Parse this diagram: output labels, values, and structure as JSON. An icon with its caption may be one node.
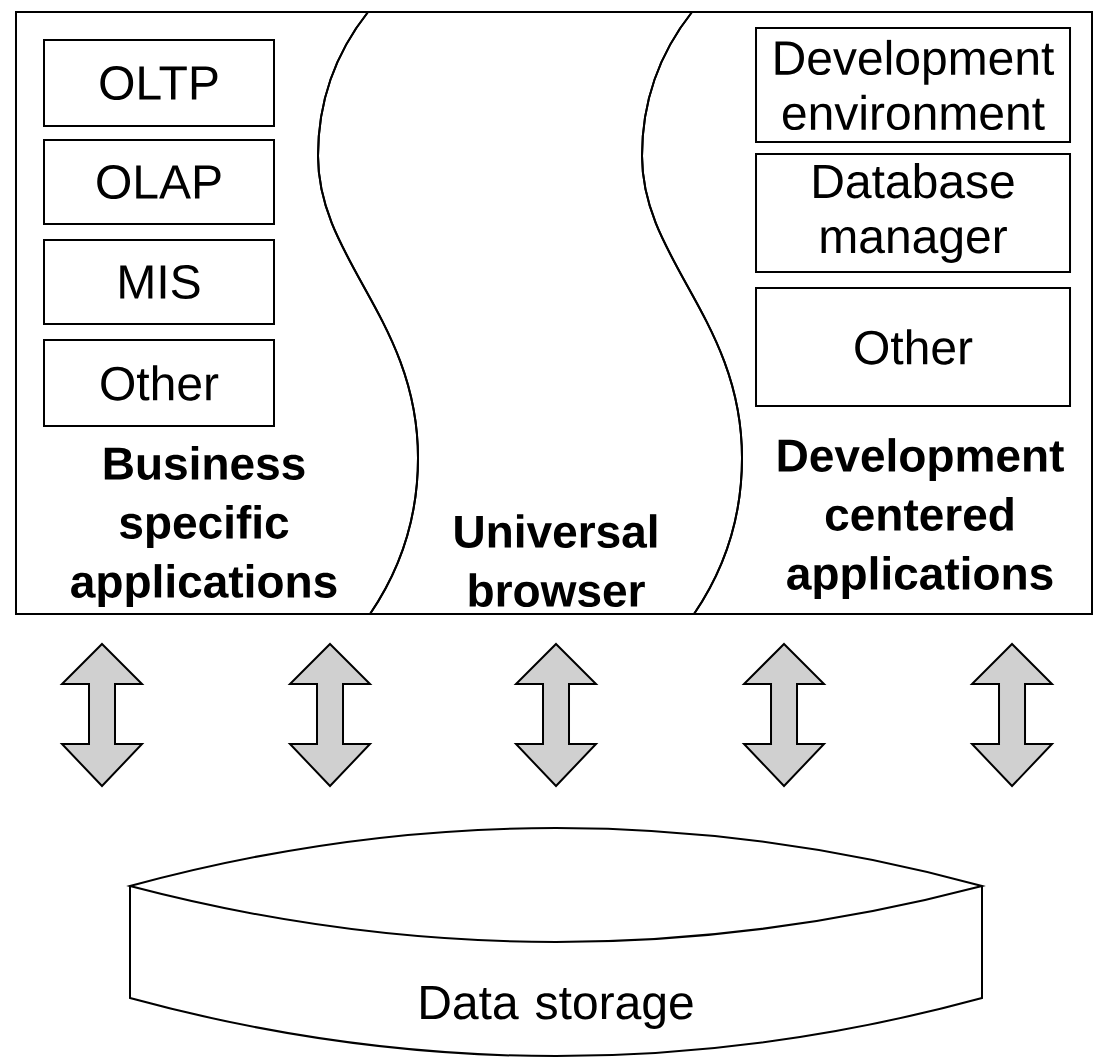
{
  "diagram": {
    "nodes": [
      {
        "text": [
          "Business specific applications"
        ]
      },
      {
        "text": [
          "OLTP"
        ],
        "in": 0
      },
      {
        "text": [
          "OLAP"
        ],
        "in": 0
      },
      {
        "text": [
          "MIS"
        ],
        "in": 0
      },
      {
        "text": [
          "Other"
        ],
        "in": 0
      },
      {
        "text": [
          "Universal browser"
        ]
      },
      {
        "text": [
          "Development centered applications"
        ]
      },
      {
        "text": [
          "Development environment"
        ],
        "in": 6
      },
      {
        "text": [
          "Database manager"
        ],
        "in": 6
      },
      {
        "text": [
          "Other"
        ],
        "in": 6
      },
      {
        "text": [
          "Data storage"
        ]
      }
    ],
    "edges": [
      {
        "from": 0,
        "to": 10,
        "arrow": "both"
      },
      {
        "from": 0,
        "to": 10,
        "arrow": "both"
      },
      {
        "from": 5,
        "to": 10,
        "arrow": "both"
      },
      {
        "from": 6,
        "to": 10,
        "arrow": "both"
      },
      {
        "from": 6,
        "to": 10,
        "arrow": "both"
      }
    ]
  }
}
